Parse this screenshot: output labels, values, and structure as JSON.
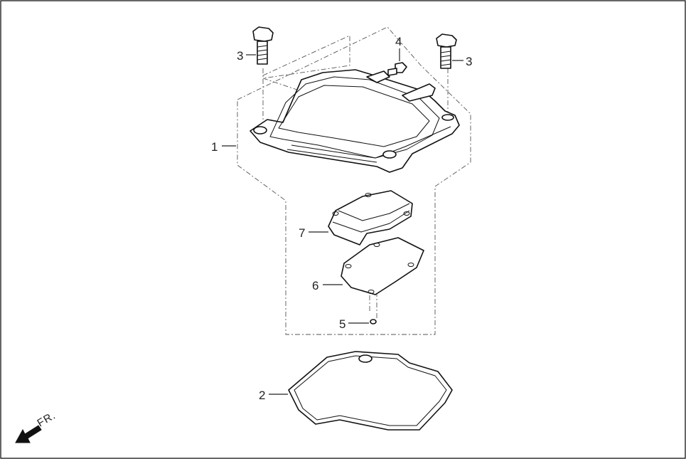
{
  "diagram": {
    "callouts": {
      "c1": "1",
      "c2": "2",
      "c3a": "3",
      "c3b": "3",
      "c4": "4",
      "c5": "5",
      "c6": "6",
      "c7": "7"
    },
    "direction_label": "FR."
  },
  "colors": {
    "line": "#111111",
    "background": "#ffffff",
    "frame": "#000000"
  }
}
